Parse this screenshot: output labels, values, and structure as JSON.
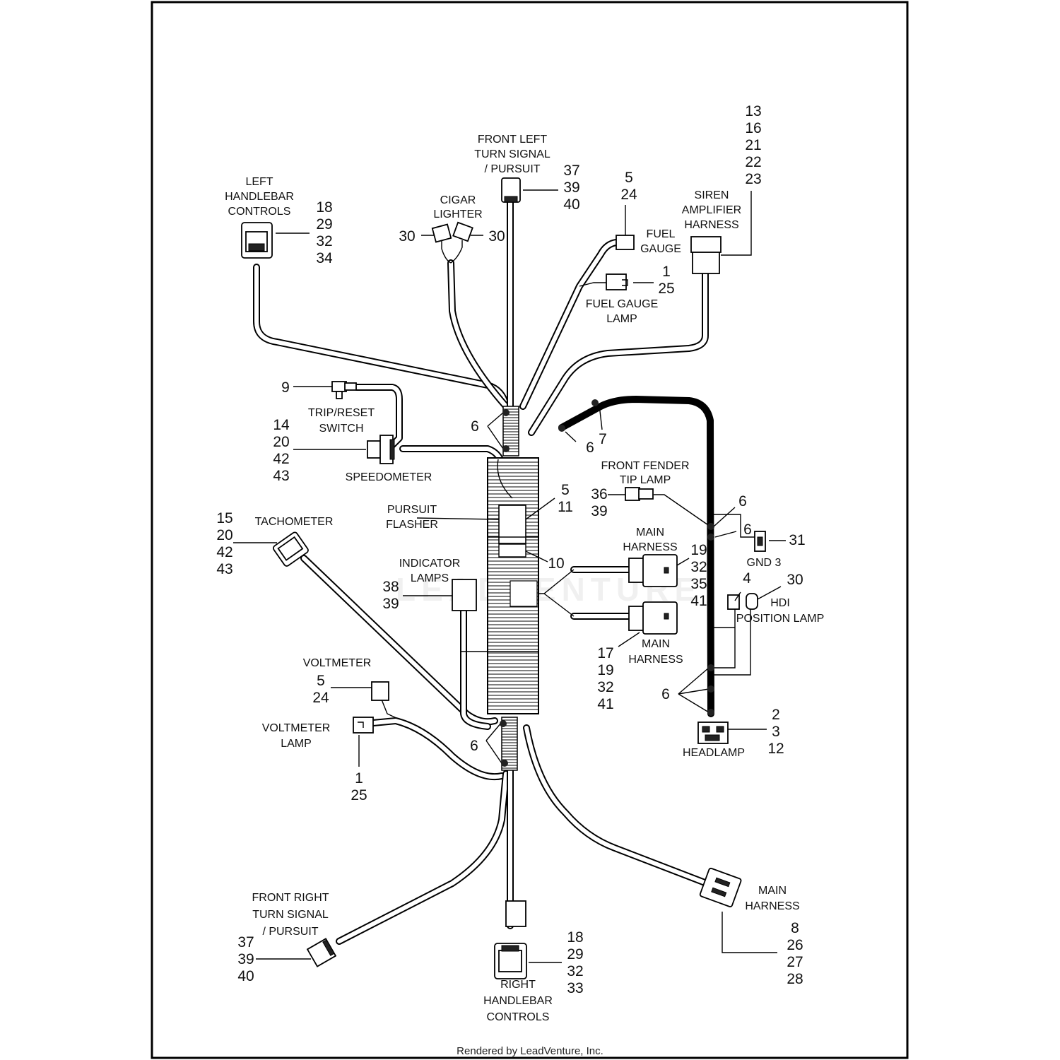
{
  "labels": {
    "front_left_turn_signal": [
      "FRONT LEFT",
      "TURN SIGNAL",
      "/ PURSUIT"
    ],
    "left_handlebar_controls": [
      "LEFT",
      "HANDLEBAR",
      "CONTROLS"
    ],
    "cigar_lighter": [
      "CIGAR",
      "LIGHTER"
    ],
    "fuel_gauge": [
      "FUEL",
      "GAUGE"
    ],
    "siren_amplifier_harness": [
      "SIREN",
      "AMPLIFIER",
      "HARNESS"
    ],
    "fuel_gauge_lamp": [
      "FUEL GAUGE",
      "LAMP"
    ],
    "trip_reset_switch": [
      "TRIP/RESET",
      "SWITCH"
    ],
    "speedometer": [
      "SPEEDOMETER"
    ],
    "front_fender_tip_lamp": [
      "FRONT FENDER",
      "TIP LAMP"
    ],
    "pursuit_flasher": [
      "PURSUIT",
      "FLASHER"
    ],
    "tachometer": [
      "TACHOMETER"
    ],
    "main_harness_upper": [
      "MAIN",
      "HARNESS"
    ],
    "gnd3": [
      "GND 3"
    ],
    "indicator_lamps": [
      "INDICATOR",
      "LAMPS"
    ],
    "hdi_position_lamp": [
      "HDI",
      "POSITION LAMP"
    ],
    "main_harness_lower": [
      "MAIN",
      "HARNESS"
    ],
    "voltmeter": [
      "VOLTMETER"
    ],
    "voltmeter_lamp": [
      "VOLTMETER",
      "LAMP"
    ],
    "headlamp": [
      "HEADLAMP"
    ],
    "main_harness_right": [
      "MAIN",
      "HARNESS"
    ],
    "front_right_turn_signal": [
      "FRONT RIGHT",
      "TURN SIGNAL",
      "/ PURSUIT"
    ],
    "right_handlebar_controls": [
      "RIGHT",
      "HANDLEBAR",
      "CONTROLS"
    ]
  },
  "callouts": {
    "front_left_turn_signal": [
      "37",
      "39",
      "40"
    ],
    "left_handlebar_controls": [
      "18",
      "29",
      "32",
      "34"
    ],
    "cigar_lighter_left": [
      "30"
    ],
    "cigar_lighter_right": [
      "30"
    ],
    "fuel_gauge": [
      "5",
      "24"
    ],
    "siren_amplifier_harness": [
      "13",
      "16",
      "21",
      "22",
      "23"
    ],
    "fuel_gauge_lamp": [
      "1",
      "25"
    ],
    "trip_reset_switch": [
      "9"
    ],
    "speedometer": [
      "14",
      "20",
      "42",
      "43"
    ],
    "clip_upper_left": [
      "6"
    ],
    "clip_upper_right": [
      "6"
    ],
    "clip_top_right": [
      "7"
    ],
    "pursuit_flasher": [
      "5",
      "11"
    ],
    "flasher_mount": [
      "10"
    ],
    "front_fender_tip_lamp": [
      "36",
      "39"
    ],
    "clip_right_a": [
      "6"
    ],
    "clip_right_b": [
      "6"
    ],
    "gnd3": [
      "31"
    ],
    "tachometer": [
      "15",
      "20",
      "42",
      "43"
    ],
    "main_harness_upper": [
      "19",
      "32",
      "35",
      "41"
    ],
    "indicator_lamps": [
      "38",
      "39"
    ],
    "hdi_left": [
      "4"
    ],
    "hdi_right": [
      "30"
    ],
    "main_harness_lower": [
      "17",
      "19",
      "32",
      "41"
    ],
    "clip_right_lower": [
      "6"
    ],
    "voltmeter": [
      "5",
      "24"
    ],
    "voltmeter_lamp": [
      "1",
      "25"
    ],
    "clip_lower_left": [
      "6"
    ],
    "headlamp": [
      "2",
      "3",
      "12"
    ],
    "main_harness_right": [
      "8",
      "26",
      "27",
      "28"
    ],
    "front_right_turn_signal": [
      "37",
      "39",
      "40"
    ],
    "right_handlebar_controls": [
      "18",
      "29",
      "32",
      "33"
    ]
  },
  "watermark": "LEADVENTURE",
  "footer": "Rendered by LeadVenture, Inc."
}
